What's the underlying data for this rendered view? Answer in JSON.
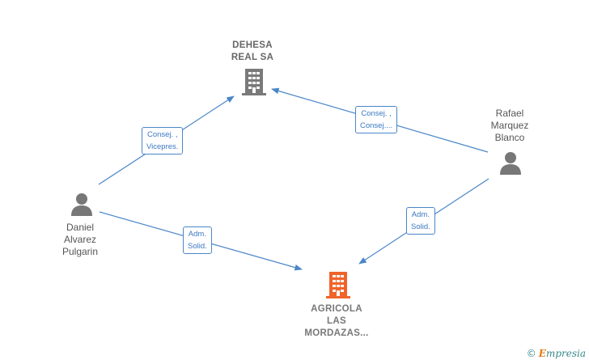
{
  "nodes": {
    "dehesa": {
      "label": "DEHESA\nREAL SA",
      "type": "company"
    },
    "rafael": {
      "label": "Rafael\nMarquez\nBlanco",
      "type": "person"
    },
    "daniel": {
      "label": "Daniel\nAlvarez\nPulgarin",
      "type": "person"
    },
    "agricola": {
      "label": "AGRICOLA\nLAS\nMORDAZAS...",
      "type": "company-highlight"
    }
  },
  "edges": {
    "daniel_dehesa": {
      "label": "Consej. ,\nVicepres."
    },
    "rafael_dehesa": {
      "label": "Consej. ,\nConsej...."
    },
    "daniel_agricola": {
      "label": "Adm.\nSolid."
    },
    "rafael_agricola": {
      "label": "Adm.\nSolid."
    }
  },
  "brand": {
    "copyright": "©",
    "initial": "E",
    "rest": "mpresia"
  },
  "colors": {
    "edge": "#4a86c8",
    "company": "#7a7a7a",
    "highlight": "#f0642a",
    "person": "#777777"
  }
}
